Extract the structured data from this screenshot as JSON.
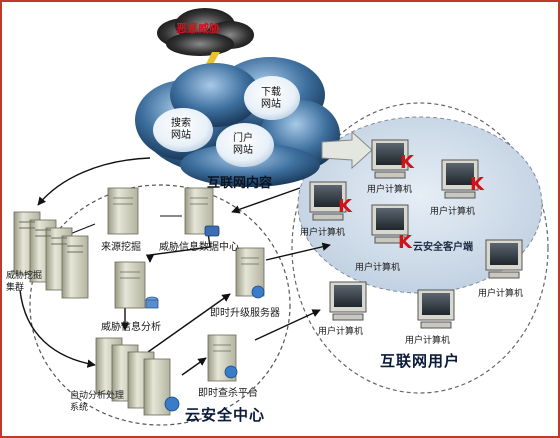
{
  "threat_label": "恶意威胁",
  "internet_cloud": {
    "title": "互联网内容",
    "sites": [
      {
        "line1": "下载",
        "line2": "网站"
      },
      {
        "line1": "搜索",
        "line2": "网站"
      },
      {
        "line1": "门户",
        "line2": "网站"
      }
    ]
  },
  "security_center": {
    "title": "云安全中心",
    "nodes": {
      "mining_cluster": {
        "line1": "威胁挖掘",
        "line2": "集群"
      },
      "source_mining": "来源挖掘",
      "threat_data_center": "威胁信息数据中心",
      "threat_analysis": "威胁信息分析",
      "upgrade_server": "即时升级服务器",
      "auto_system": {
        "line1": "自动分析处理",
        "line2": "系统"
      },
      "scan_platform": "即时查杀平台"
    }
  },
  "cloud_clients": {
    "title": "云安全客户端",
    "computer_label": "用户计算机"
  },
  "internet_users": {
    "title": "互联网用户",
    "computer_label": "用户计算机"
  }
}
